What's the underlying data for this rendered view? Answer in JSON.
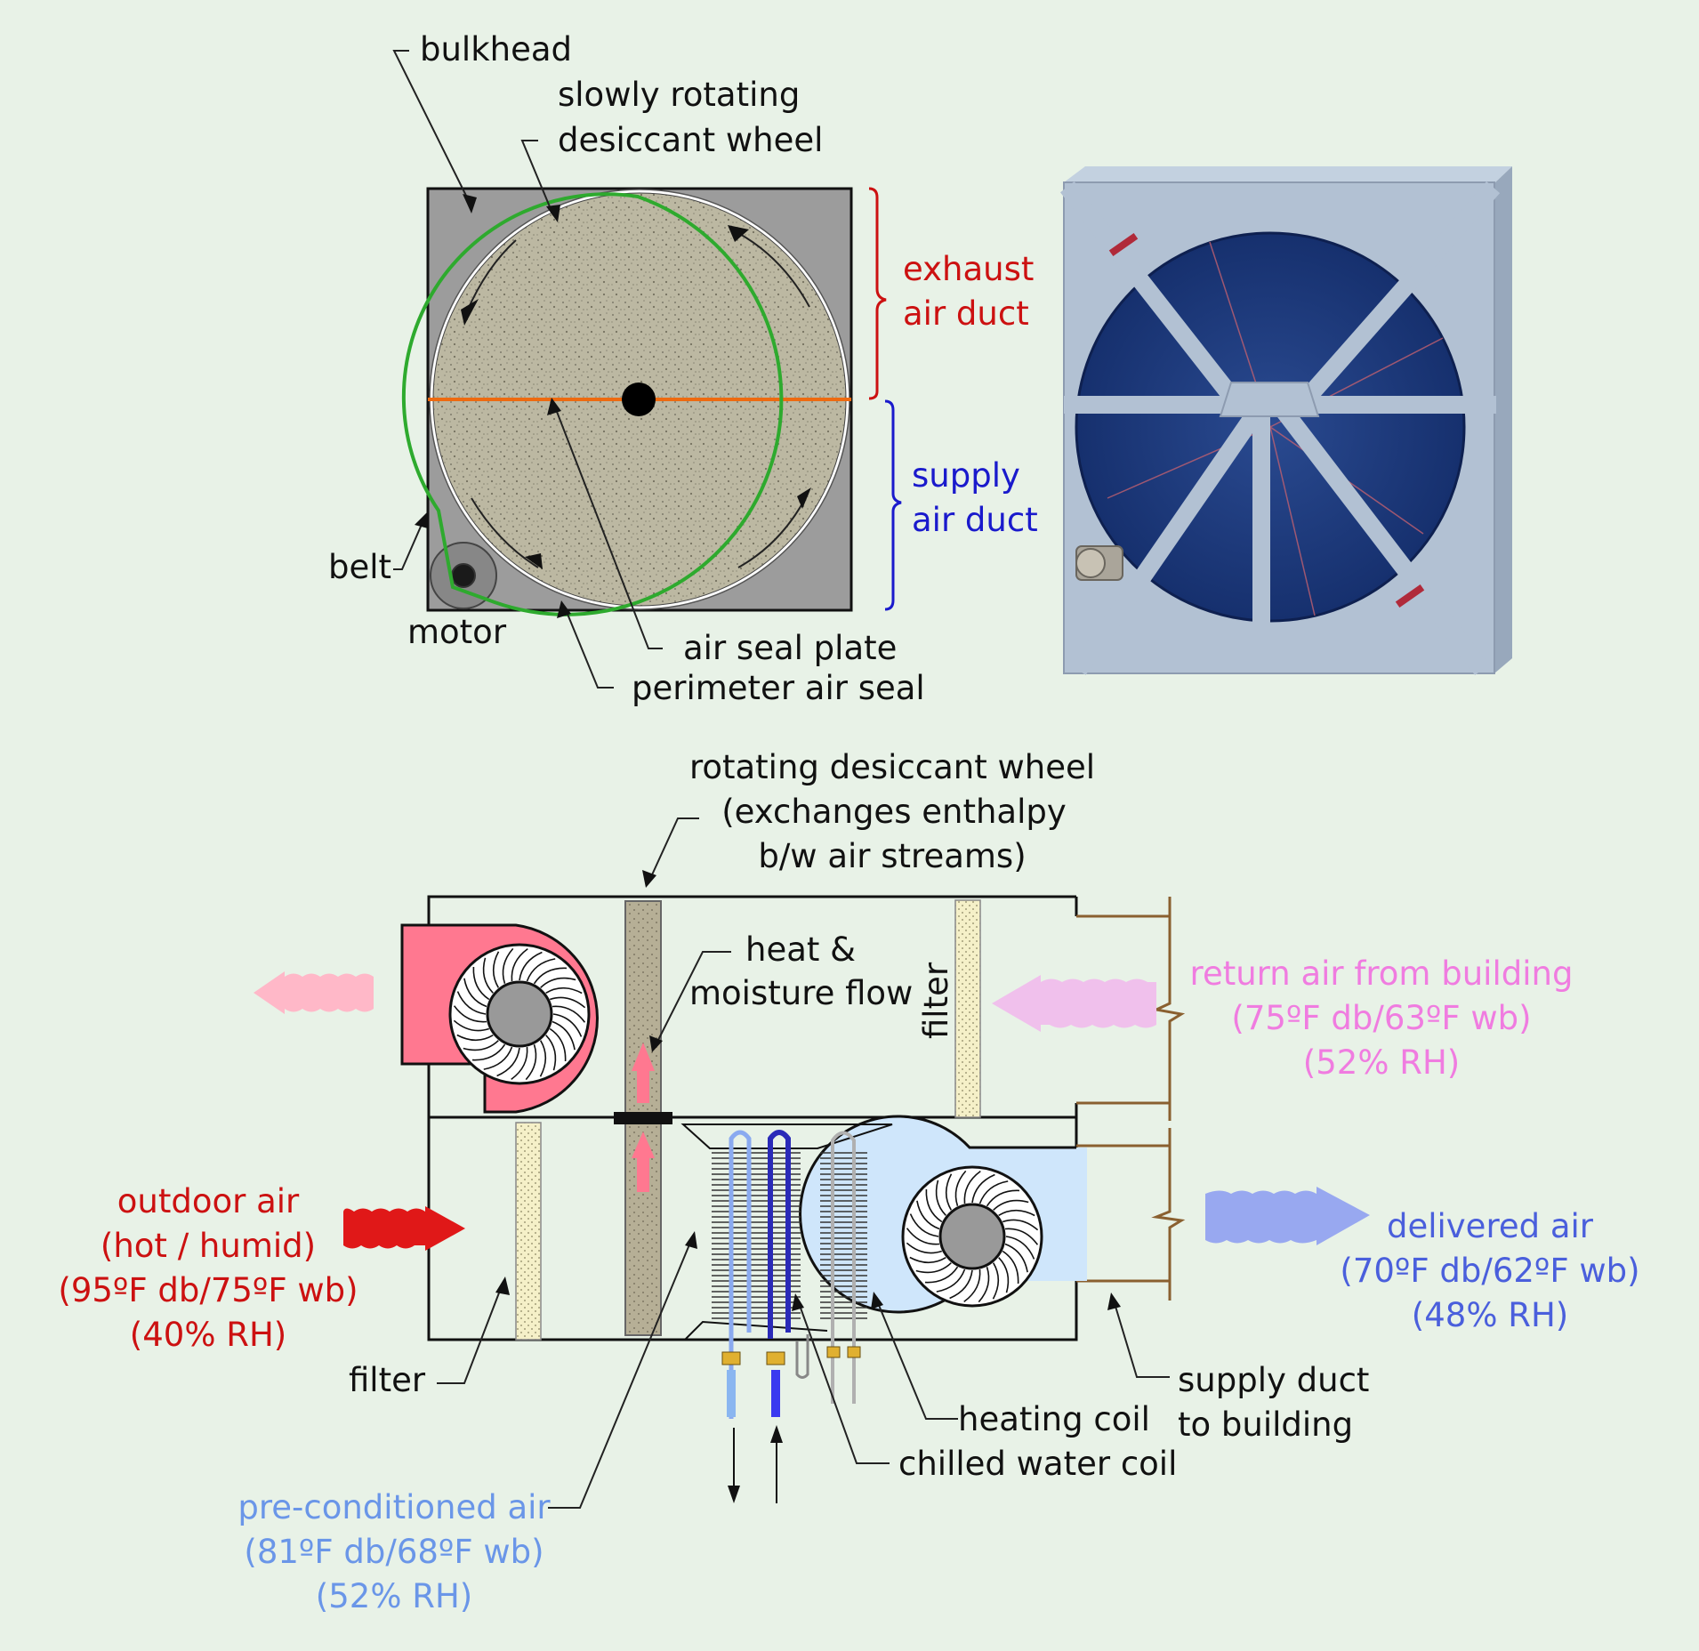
{
  "colors": {
    "background": "#e8f2e7",
    "exhaust_red": "#cc1111",
    "supply_blue": "#1a1acc",
    "return_pink": "#f07ce0",
    "delivered_blue": "#4a5fdc",
    "preconditioned_blue": "#6a96e8",
    "outdoor_red": "#cc1111",
    "seal_plate_orange": "#ee6a10",
    "belt_green": "#2eaa2e"
  },
  "top_diagram": {
    "bulkhead": "bulkhead",
    "wheel_line1": "slowly rotating",
    "wheel_line2": "desiccant wheel",
    "exhaust_line1": "exhaust",
    "exhaust_line2": "air duct",
    "supply_line1": "supply",
    "supply_line2": "air duct",
    "belt": "belt",
    "motor": "motor",
    "air_seal_plate": "air seal plate",
    "perimeter_air_seal": "perimeter air seal"
  },
  "bottom_diagram": {
    "wheel_line1": "rotating desiccant wheel",
    "wheel_line2": "(exchanges enthalpy",
    "wheel_line3": "b/w air streams)",
    "heat_line1": "heat &",
    "heat_line2": "moisture flow",
    "filter_vertical": "filter",
    "filter_bottom": "filter",
    "return_line1": "return air from building",
    "return_line2": "(75ºF db/63ºF wb)",
    "return_line3": "(52% RH)",
    "outdoor_line1": "outdoor air",
    "outdoor_line2": "(hot / humid)",
    "outdoor_line3": "(95ºF db/75ºF wb)",
    "outdoor_line4": "(40% RH)",
    "delivered_line1": "delivered air",
    "delivered_line2": "(70ºF db/62ºF wb)",
    "delivered_line3": "(48% RH)",
    "supply_duct_line1": "supply duct",
    "supply_duct_line2": "to building",
    "heating_coil": "heating coil",
    "chilled_coil": "chilled water coil",
    "precond_line1": "pre-conditioned air",
    "precond_line2": "(81ºF db/68ºF wb)",
    "precond_line3": "(52% RH)"
  }
}
